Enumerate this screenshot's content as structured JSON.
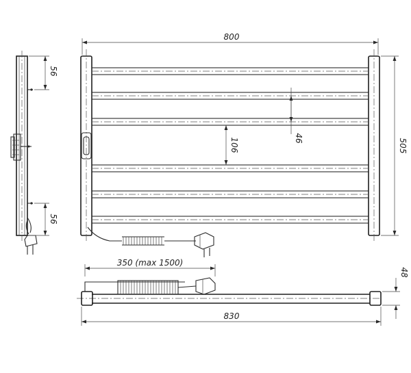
{
  "dimensions": {
    "overall_width": "800",
    "height": "505",
    "bar_pitch": "46",
    "gap": "106",
    "top_offset": "56",
    "bottom_offset": "56",
    "cable_length": "350 (max 1500)",
    "total_width": "830",
    "depth": "48"
  }
}
